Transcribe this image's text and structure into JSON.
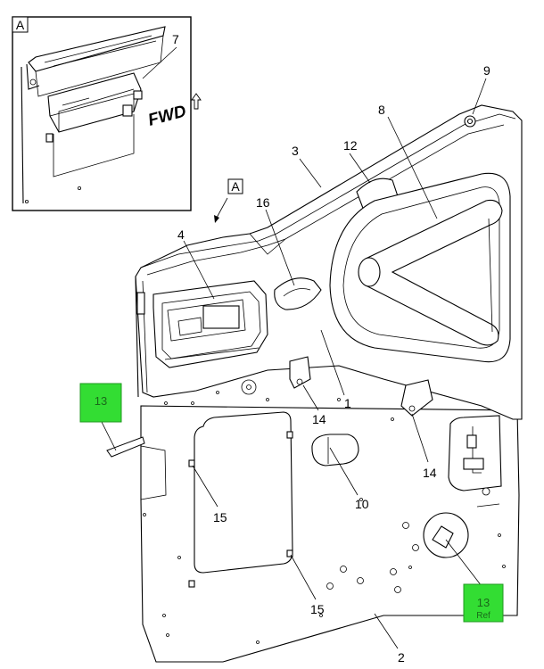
{
  "view_label": "A",
  "detail": {
    "view_label": "A",
    "fwd_text": "FWD",
    "callout": "7"
  },
  "callouts": {
    "c1": "1",
    "c2": "2",
    "c3": "3",
    "c4": "4",
    "c8": "8",
    "c9": "9",
    "c10": "10",
    "c12": "12",
    "c14a": "14",
    "c14b": "14",
    "c15a": "15",
    "c15b": "15",
    "c16": "16"
  },
  "highlight_callouts": [
    {
      "number": "13",
      "sub": ""
    },
    {
      "number": "13",
      "sub": "Ref"
    }
  ],
  "colors": {
    "highlight": "#33dd33",
    "line": "#000000"
  }
}
